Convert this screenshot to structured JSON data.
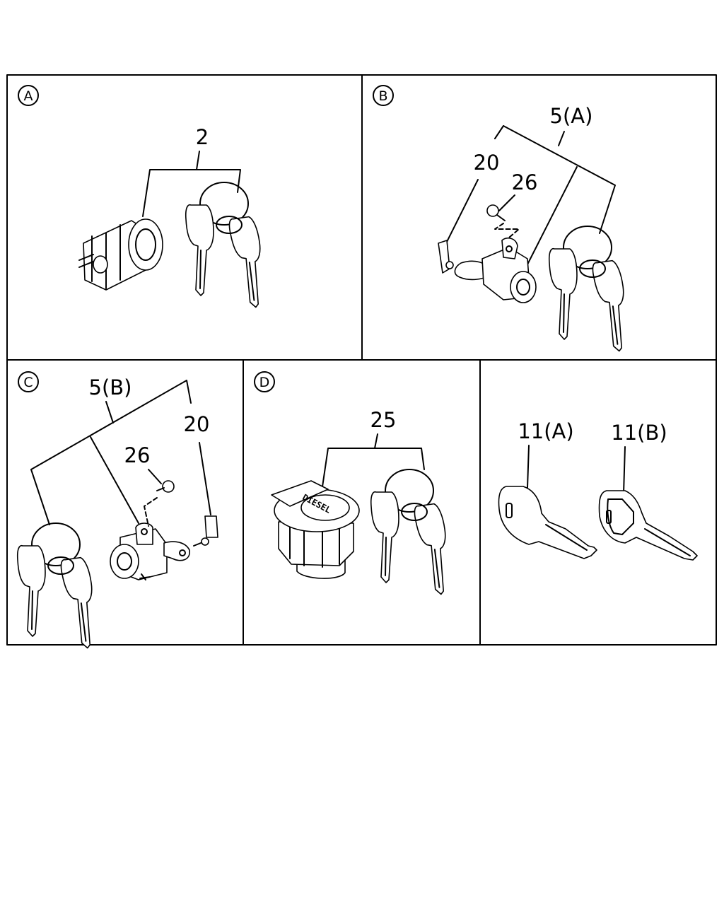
{
  "panels": [
    {
      "id": "A",
      "letter": "A",
      "callouts": [
        "2"
      ]
    },
    {
      "id": "B",
      "letter": "B",
      "callouts": [
        "5(A)",
        "20",
        "26"
      ]
    },
    {
      "id": "C",
      "letter": "C",
      "callouts": [
        "5(B)",
        "26",
        "20"
      ]
    },
    {
      "id": "D",
      "letter": "D",
      "callouts": [
        "25"
      ],
      "cap_text": "DIESEL"
    },
    {
      "id": "E",
      "letter": "",
      "callouts": [
        "11(A)",
        "11(B)"
      ]
    }
  ]
}
